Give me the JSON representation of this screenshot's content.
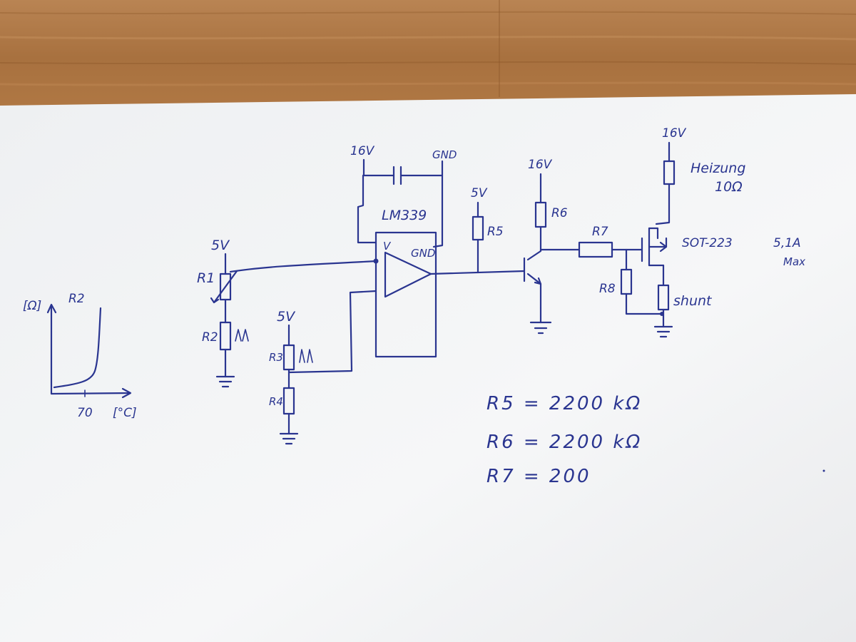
{
  "schematic": {
    "opamp": {
      "part": "LM339",
      "supply": "16V",
      "ground": "GND",
      "vcc_pin": "V",
      "gnd_pin": "GND"
    },
    "divider_left": {
      "supply": "5V",
      "r_top": "R1",
      "r_bottom": "R2"
    },
    "divider_ref": {
      "supply": "5V",
      "r_top": "R3",
      "r_bottom": "R4"
    },
    "pullup": {
      "supply": "5V",
      "label": "R5"
    },
    "transistor_stage": {
      "supply": "16V",
      "collector_resistor": "R6",
      "gate_resistor": "R7",
      "gate_pulldown": "R8"
    },
    "load": {
      "supply": "16V",
      "name": "Heizung",
      "value": "10Ω"
    },
    "mosfet": {
      "package": "SOT-223",
      "rating": "5,1A",
      "rating_note": "Max"
    },
    "shunt_label": "shunt"
  },
  "graph": {
    "ylabel": "[Ω]",
    "curve_label": "R2",
    "xtick": "70",
    "xlabel": "[°C]"
  },
  "values": [
    {
      "text": "R5 = 2200 kΩ"
    },
    {
      "text": "R6 = 2200 kΩ"
    },
    {
      "text": "R7 = 200"
    }
  ],
  "colors": {
    "paper": "#f4f5f6",
    "ink": "#2a3590",
    "wood": "#b27a45"
  }
}
